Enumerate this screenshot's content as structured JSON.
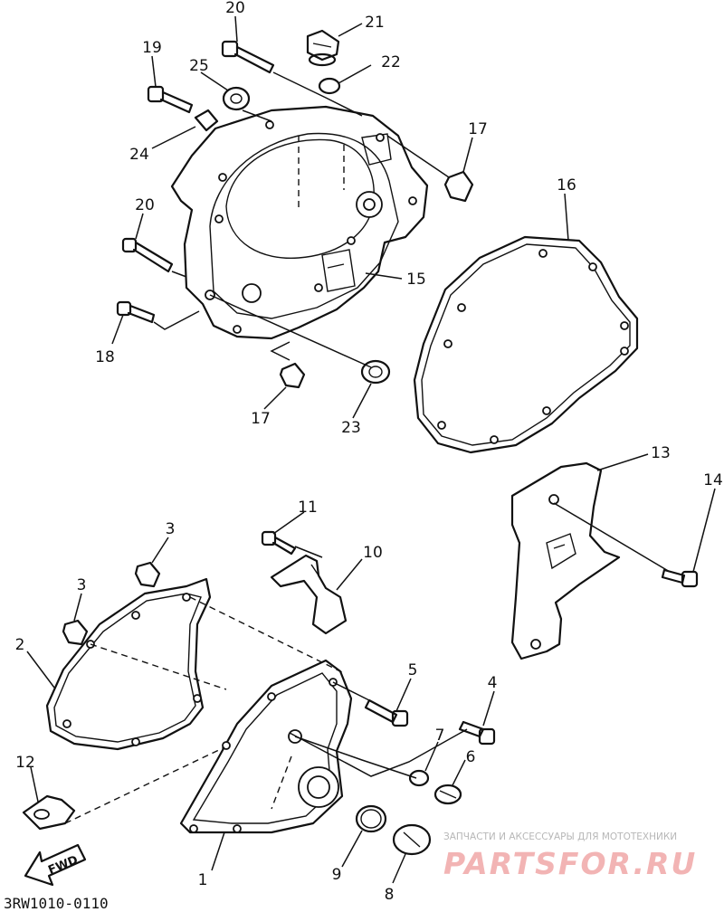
{
  "diagram": {
    "callouts": [
      {
        "n": "1"
      },
      {
        "n": "2"
      },
      {
        "n": "3"
      },
      {
        "n": "3"
      },
      {
        "n": "4"
      },
      {
        "n": "5"
      },
      {
        "n": "6"
      },
      {
        "n": "7"
      },
      {
        "n": "8"
      },
      {
        "n": "9"
      },
      {
        "n": "10"
      },
      {
        "n": "11"
      },
      {
        "n": "12"
      },
      {
        "n": "13"
      },
      {
        "n": "14"
      },
      {
        "n": "15"
      },
      {
        "n": "16"
      },
      {
        "n": "17"
      },
      {
        "n": "17"
      },
      {
        "n": "18"
      },
      {
        "n": "19"
      },
      {
        "n": "20"
      },
      {
        "n": "20"
      },
      {
        "n": "21"
      },
      {
        "n": "22"
      },
      {
        "n": "23"
      },
      {
        "n": "24"
      },
      {
        "n": "25"
      }
    ],
    "direction_label": "FWD",
    "drawing_code": "3RW1010-0110"
  },
  "watermark": {
    "tagline": "ЗАПЧАСТИ И АКСЕССУАРЫ ДЛЯ МОТОТЕХНИКИ",
    "brand": "PARTSFOR.RU",
    "color": "#f2b4b4"
  }
}
